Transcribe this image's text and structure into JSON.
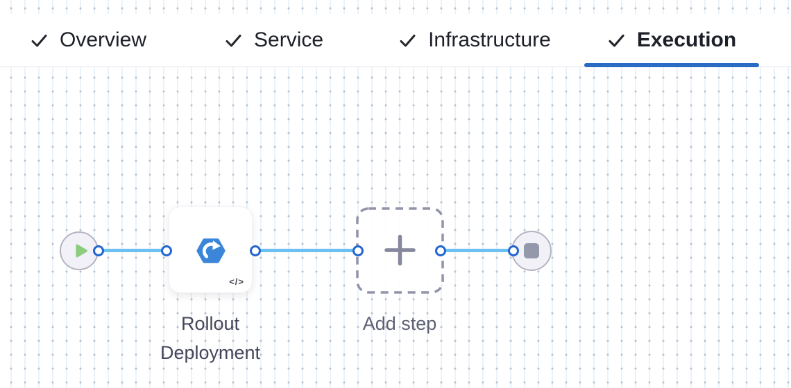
{
  "tab_bar": {
    "tabs": [
      {
        "label": "Overview",
        "checked": true,
        "active": false
      },
      {
        "label": "Service",
        "checked": true,
        "active": false
      },
      {
        "label": "Infrastructure",
        "checked": true,
        "active": false
      },
      {
        "label": "Execution",
        "checked": true,
        "active": true
      }
    ]
  },
  "pipeline": {
    "start_node": {
      "icon": "play-icon"
    },
    "step": {
      "label": "Rollout Deployment",
      "icon": "k8s-rolling-deployment-icon",
      "code_toggle": "</>"
    },
    "add_step": {
      "label": "Add step",
      "icon": "plus-icon"
    },
    "end_node": {
      "icon": "stop-icon"
    }
  },
  "colors": {
    "active_tab_underline": "#2a6bc6",
    "connector_line": "#6fc0f2",
    "port_border": "#2366cf",
    "step_icon_blue": "#3b86d8",
    "play_green": "#8ccd7d",
    "stop_gray": "#9398ab",
    "grid_dot": "#b9c0cb",
    "grid_line": "#eaf3fa"
  }
}
